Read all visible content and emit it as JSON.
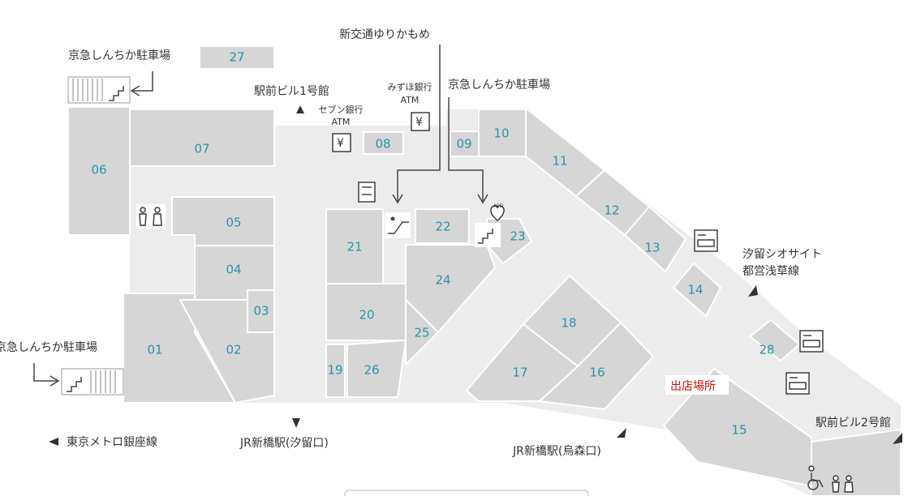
{
  "colors": {
    "store": "#d6d6d6",
    "corridor": "#ececec",
    "number": "#2a93a8",
    "highlight": "#cc1010",
    "text": "#333333"
  },
  "units": [
    {
      "id": "u01",
      "label": "01"
    },
    {
      "id": "u02",
      "label": "02"
    },
    {
      "id": "u03",
      "label": "03"
    },
    {
      "id": "u04",
      "label": "04"
    },
    {
      "id": "u05",
      "label": "05"
    },
    {
      "id": "u06",
      "label": "06"
    },
    {
      "id": "u07",
      "label": "07"
    },
    {
      "id": "u08",
      "label": "08"
    },
    {
      "id": "u09",
      "label": "09"
    },
    {
      "id": "u10",
      "label": "10"
    },
    {
      "id": "u11",
      "label": "11"
    },
    {
      "id": "u12",
      "label": "12"
    },
    {
      "id": "u13",
      "label": "13"
    },
    {
      "id": "u14",
      "label": "14"
    },
    {
      "id": "u15",
      "label": "15"
    },
    {
      "id": "u16",
      "label": "16"
    },
    {
      "id": "u17",
      "label": "17"
    },
    {
      "id": "u18",
      "label": "18"
    },
    {
      "id": "u19",
      "label": "19"
    },
    {
      "id": "u20",
      "label": "20"
    },
    {
      "id": "u21",
      "label": "21"
    },
    {
      "id": "u22",
      "label": "22"
    },
    {
      "id": "u23",
      "label": "23"
    },
    {
      "id": "u24",
      "label": "24"
    },
    {
      "id": "u25",
      "label": "25"
    },
    {
      "id": "u26",
      "label": "26"
    },
    {
      "id": "u27",
      "label": "27"
    },
    {
      "id": "u28",
      "label": "28"
    }
  ],
  "labels": {
    "yurikamome": "新交通ゆりかもめ",
    "keikyu_parking": "京急しんちか駐車場",
    "ekimae_bldg1": "駅前ビル1号館",
    "ekimae_bldg2": "駅前ビル2号館",
    "mizuho_atm_1": "みずほ銀行",
    "mizuho_atm_2": "ATM",
    "seven_atm_1": "セブン銀行",
    "seven_atm_2": "ATM",
    "shiodome_sio": "汐留シオサイト",
    "toei_asakusa": "都営浅草線",
    "tokyo_metro": "東京メトロ銀座線",
    "jr_shiodome": "JR新橋駅(汐留口)",
    "jr_karasumori": "JR新橋駅(烏森口)",
    "store_location": "出店場所",
    "aed": "AED",
    "yen": "¥"
  }
}
